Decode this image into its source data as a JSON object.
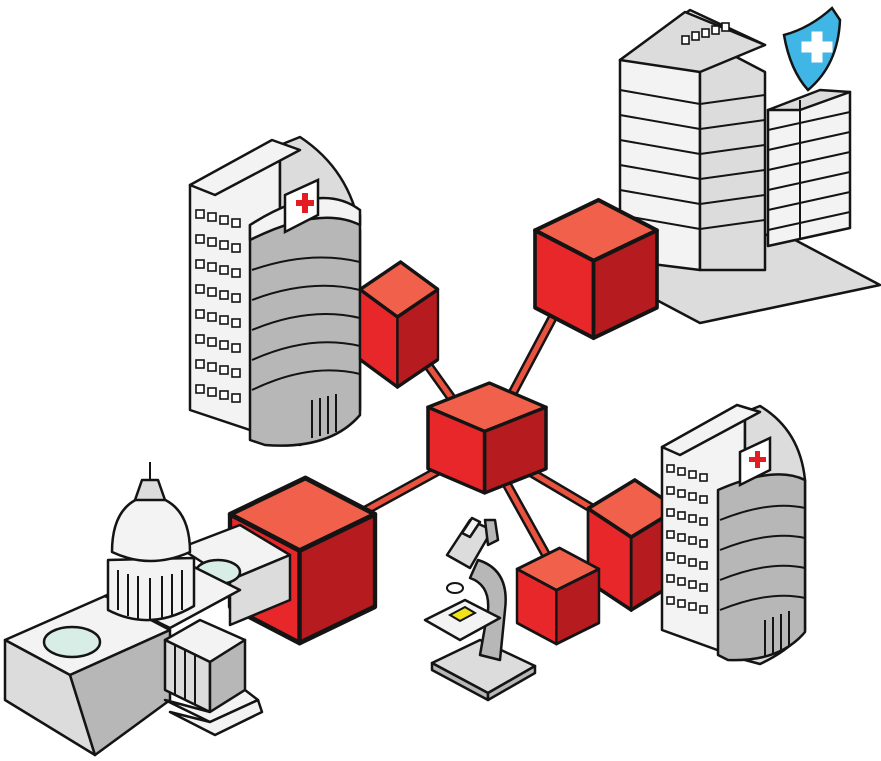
{
  "colors": {
    "cube_top": "#f0604a",
    "cube_left": "#e8272a",
    "cube_right": "#b51b1f",
    "outline": "#141414",
    "building_light": "#f2f2f2",
    "building_mid": "#d9d9d9",
    "building_dark": "#a9a9a9",
    "shield": "#3fb6e6",
    "cross_red": "#e41d23",
    "slide_yellow": "#f2e21a"
  },
  "diagram": {
    "hub": {
      "name": "central-cube-hub"
    },
    "nodes": [
      {
        "name": "hospital-left",
        "kind": "hospital",
        "icon": "red-cross-sign-icon"
      },
      {
        "name": "hospital-top-right",
        "kind": "hospital",
        "icon": "shield-cross-icon"
      },
      {
        "name": "hospital-right",
        "kind": "hospital",
        "icon": "red-cross-sign-icon"
      },
      {
        "name": "government-capitol",
        "kind": "government",
        "icon": "capitol-dome-icon"
      },
      {
        "name": "laboratory",
        "kind": "research",
        "icon": "microscope-icon"
      }
    ],
    "links": [
      {
        "from": "central-cube-hub",
        "to": "hospital-left"
      },
      {
        "from": "central-cube-hub",
        "to": "hospital-top-right"
      },
      {
        "from": "central-cube-hub",
        "to": "hospital-right"
      },
      {
        "from": "central-cube-hub",
        "to": "government-capitol"
      },
      {
        "from": "central-cube-hub",
        "to": "laboratory"
      }
    ]
  }
}
